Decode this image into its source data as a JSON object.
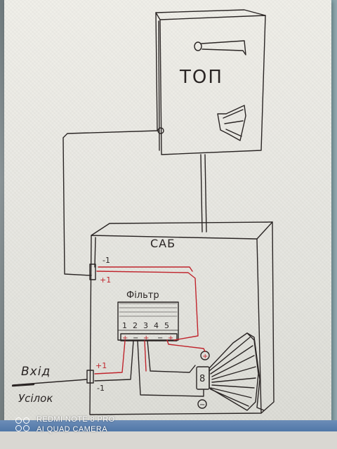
{
  "diagram": {
    "top_box_label": "ТОП",
    "sub_box_label": "САБ",
    "filter_label": "Фільтр",
    "filter_pins": [
      "1",
      "2",
      "3",
      "4",
      "5"
    ],
    "input_label": "Вхід",
    "amp_label": "Усілок",
    "minus_one": "-1",
    "plus_one": "+1",
    "plus_sign": "+",
    "minus_sign": "−",
    "speaker_mark": "8"
  },
  "watermark": {
    "line1": "REDMI NOTE 8 PRO",
    "line2": "AI QUAD CAMERA"
  },
  "colors": {
    "ink": "#2a2524",
    "red_ink": "#c0242c",
    "paper": "#ecebe5"
  }
}
